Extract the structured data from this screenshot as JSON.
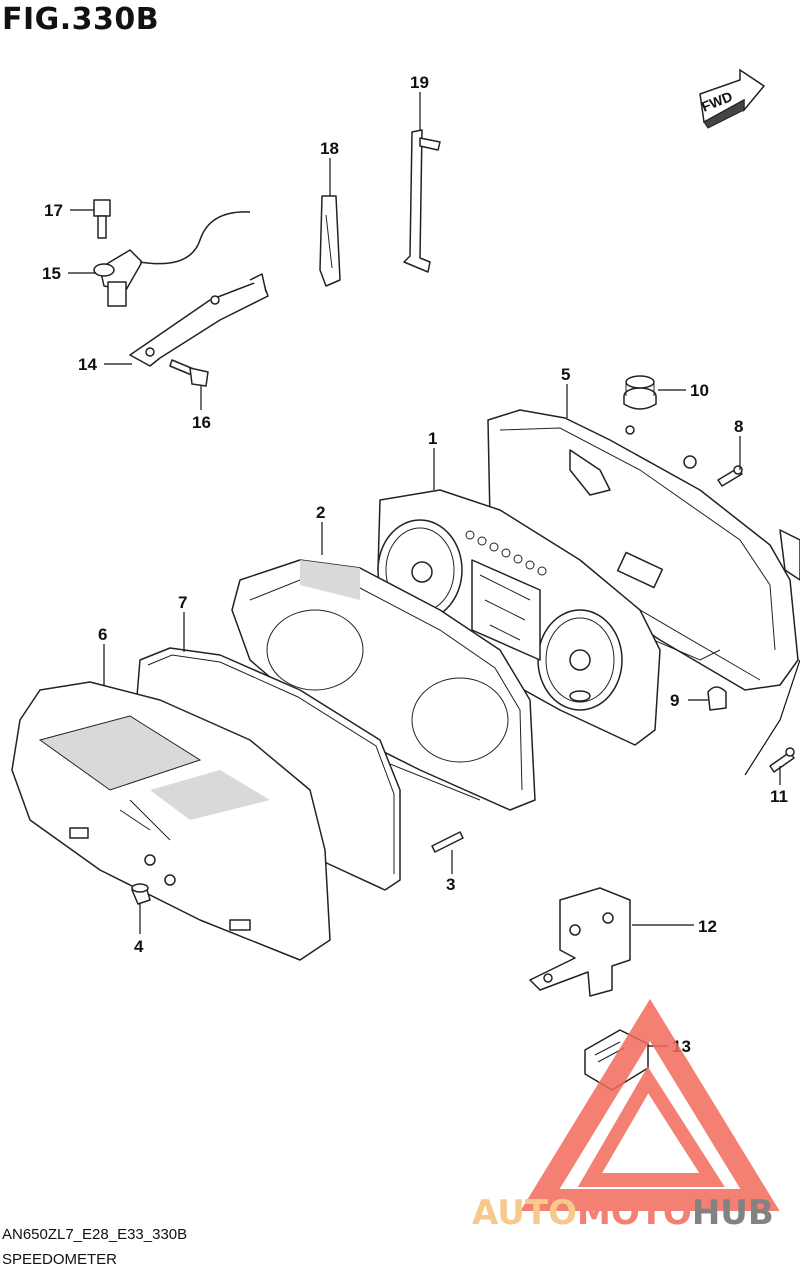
{
  "figure": {
    "title": "FIG.330B"
  },
  "fwd_badge": "FWD",
  "parts": [
    {
      "number": "1"
    },
    {
      "number": "2"
    },
    {
      "number": "3"
    },
    {
      "number": "4"
    },
    {
      "number": "5"
    },
    {
      "number": "6"
    },
    {
      "number": "7"
    },
    {
      "number": "8"
    },
    {
      "number": "9"
    },
    {
      "number": "10"
    },
    {
      "number": "11"
    },
    {
      "number": "12"
    },
    {
      "number": "13"
    },
    {
      "number": "14"
    },
    {
      "number": "15"
    },
    {
      "number": "16"
    },
    {
      "number": "17"
    },
    {
      "number": "18"
    },
    {
      "number": "19"
    }
  ],
  "footer": {
    "code": "AN650ZL7_E28_E33_330B",
    "name": "SPEEDOMETER"
  },
  "watermark": {
    "text": "AUTOMOTOHUB",
    "colors": {
      "primary": "#f26a5a",
      "accent": "#f5c07a",
      "dark": "#6d6d6d"
    }
  }
}
